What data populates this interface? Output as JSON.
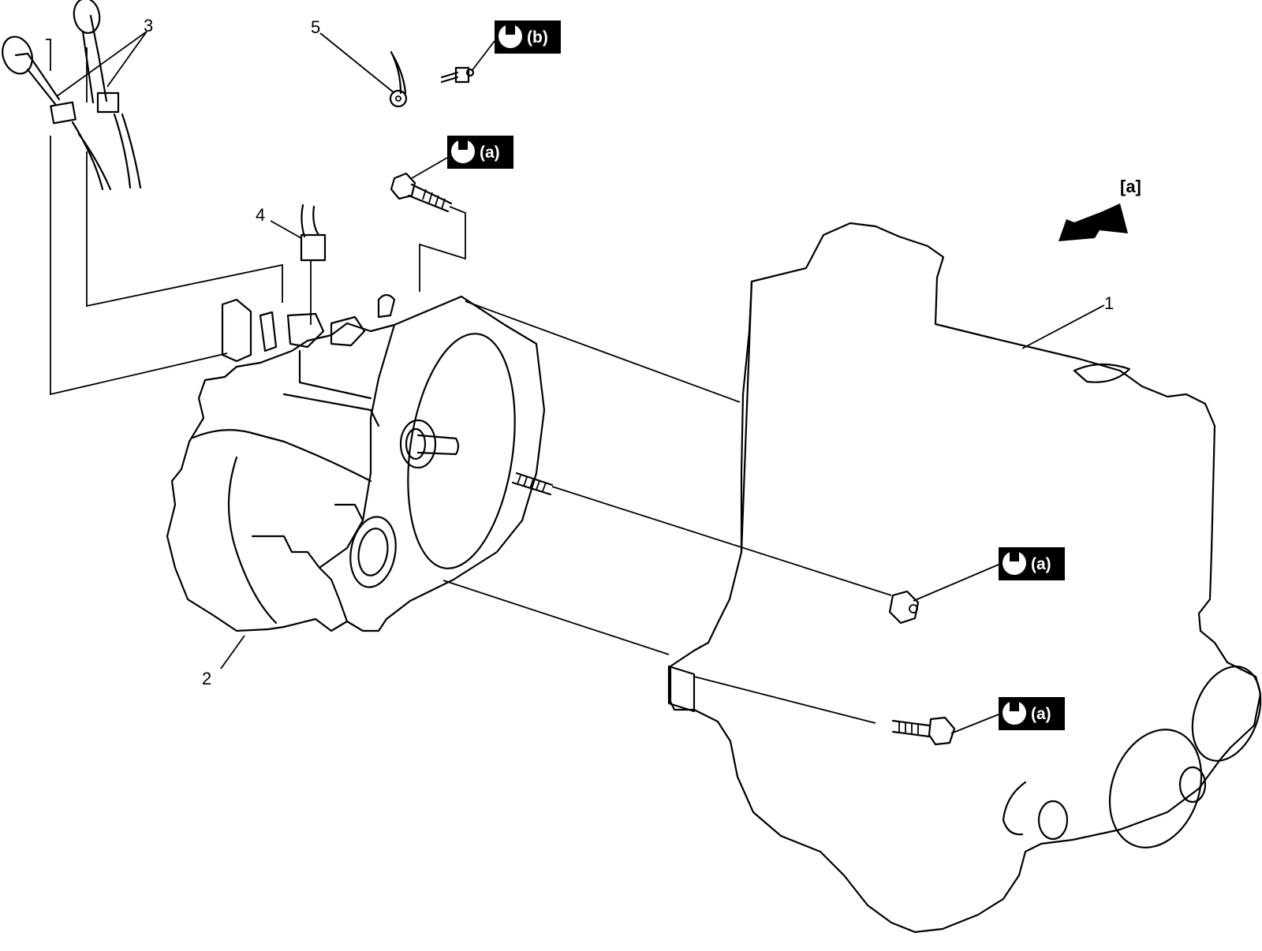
{
  "callouts": {
    "engine": "1",
    "transaxle": "2",
    "cables": "3",
    "connector": "4",
    "ground_terminal": "5"
  },
  "view_label": "[a]",
  "torque_tags": {
    "ground_bolt": "(b)",
    "upper_bolt": "(a)",
    "stud_nut": "(a)",
    "lower_bolt": "(a)"
  }
}
